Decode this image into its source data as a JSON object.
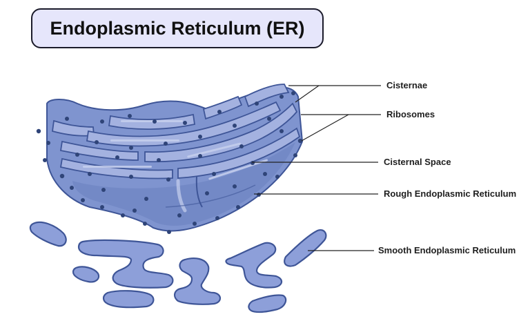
{
  "title": "Endoplasmic Reticulum (ER)",
  "labels": {
    "cisternae": "Cisternae",
    "ribosomes": "Ribosomes",
    "cisternal_space": "Cisternal Space",
    "rough_er": "Rough Endoplasmic Reticulum",
    "smooth_er": "Smooth Endoplasmic Reticulum"
  },
  "colors": {
    "membrane_outline": "#3e5597",
    "rough_er_fill": "#7f94cf",
    "rough_er_shadow": "#6a80c0",
    "cisterna_fill": "#a4b2e0",
    "smooth_er_fill": "#8d9fd9",
    "ribosome": "#2f4478",
    "leader_line": "#222222",
    "title_box_fill": "#e6e6fb"
  }
}
